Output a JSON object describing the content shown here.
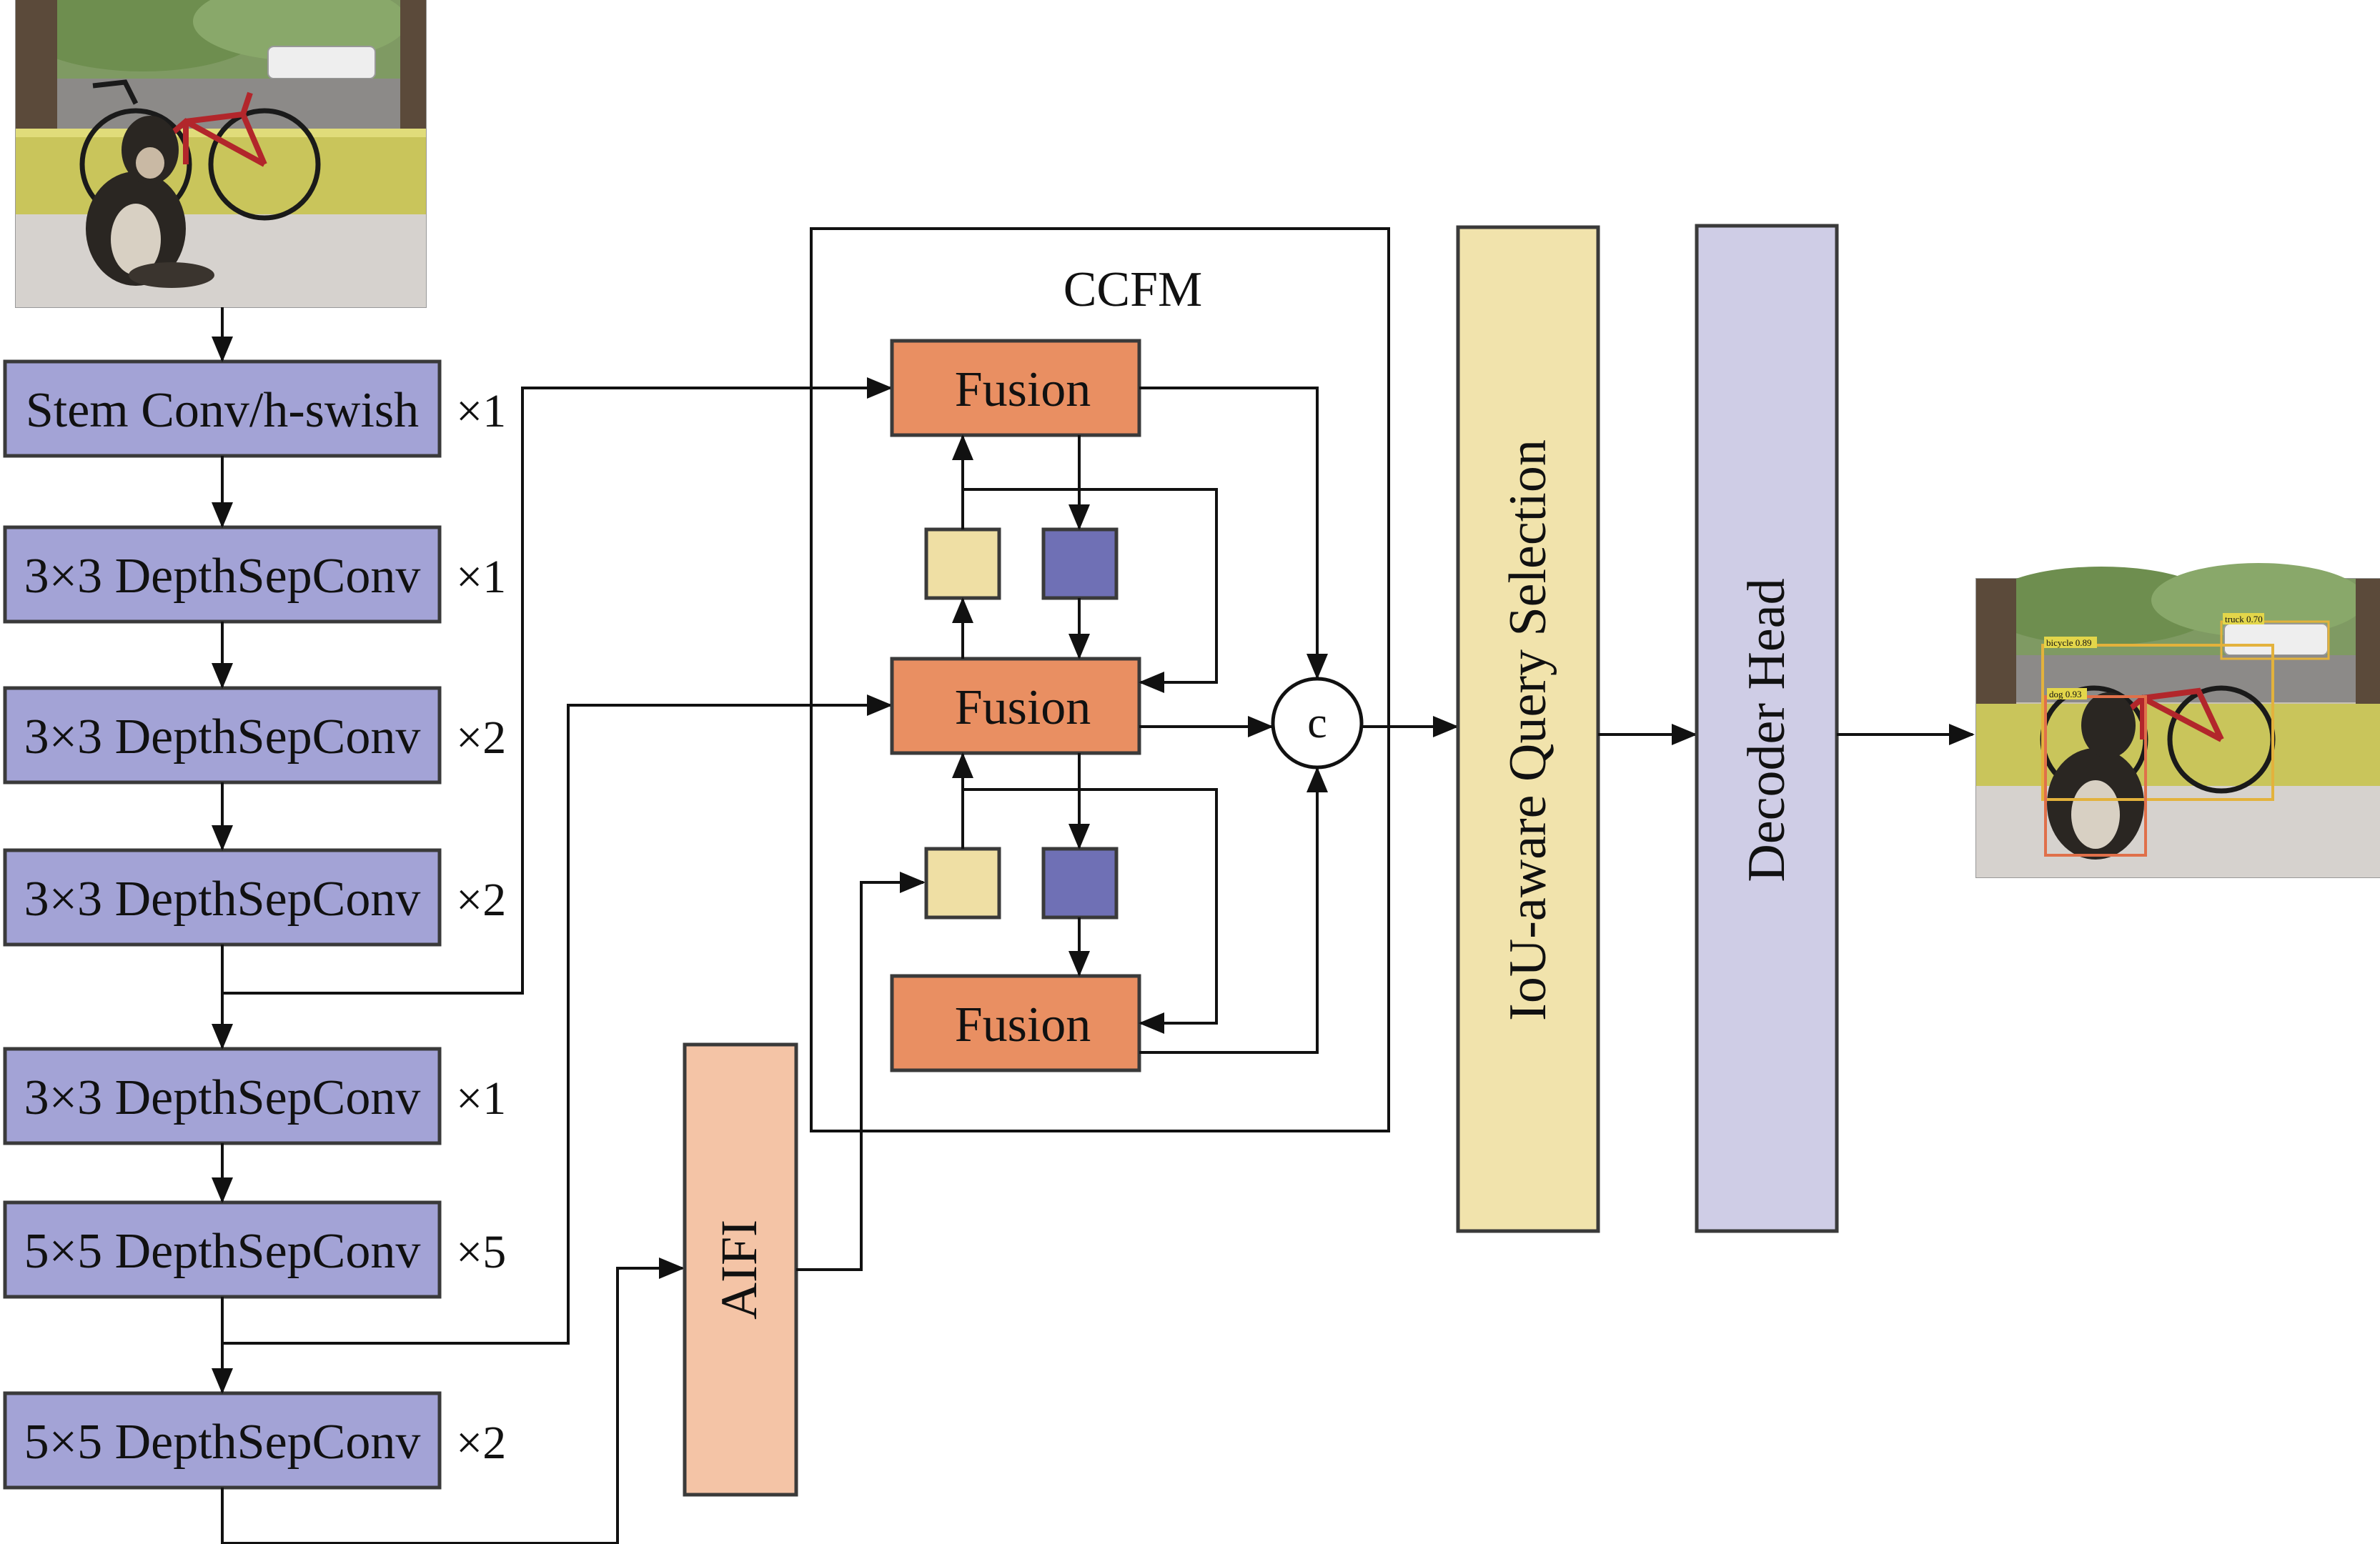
{
  "backbone": {
    "stages": [
      {
        "label": "Stem Conv/h-swish",
        "repeat": "×1"
      },
      {
        "label": "3×3 DepthSepConv",
        "repeat": "×1"
      },
      {
        "label": "3×3 DepthSepConv",
        "repeat": "×2"
      },
      {
        "label": "3×3 DepthSepConv",
        "repeat": "×2"
      },
      {
        "label": "3×3 DepthSepConv",
        "repeat": "×1"
      },
      {
        "label": "5×5 DepthSepConv",
        "repeat": "×5"
      },
      {
        "label": "5×5 DepthSepConv",
        "repeat": "×2"
      }
    ]
  },
  "ccfm": {
    "title": "CCFM",
    "fusion_labels": [
      "Fusion",
      "Fusion",
      "Fusion"
    ],
    "concat_label": "c"
  },
  "aifi": {
    "label": "AIFI"
  },
  "query_selection": {
    "label": "IoU-aware Query Selection"
  },
  "decoder": {
    "label": "Decoder Head"
  },
  "detections": {
    "labels": [
      "bicycle 0.89",
      "dog 0.93",
      "truck 0.70"
    ]
  },
  "colors": {
    "backbone_block": "#a3a3d6",
    "fusion_block": "#e98f62",
    "cream_block": "#efdfa4",
    "navy_block": "#6f70b5",
    "aifi_block": "#f4c4a6",
    "query_block": "#f1e3ac",
    "decoder_block": "#cfcde6"
  }
}
